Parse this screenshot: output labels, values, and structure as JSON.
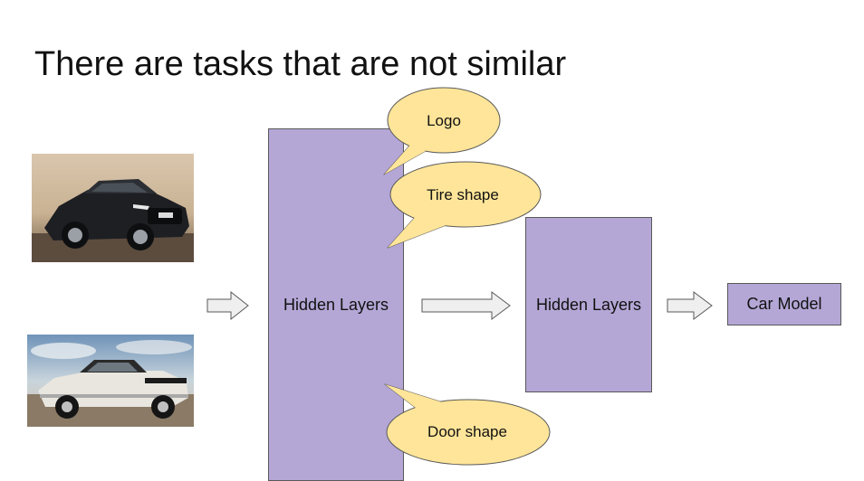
{
  "slide": {
    "title": "There are tasks that are not similar"
  },
  "images": [
    {
      "name": "modern-black-car-photo"
    },
    {
      "name": "classic-white-car-photo"
    }
  ],
  "boxes": {
    "hidden_layers_1": "Hidden Layers",
    "hidden_layers_2": "Hidden Layers",
    "car_model": "Car Model"
  },
  "callouts": {
    "logo": "Logo",
    "tire_shape": "Tire shape",
    "door_shape": "Door shape"
  },
  "colors": {
    "box_fill": "#b4a7d6",
    "callout_fill": "#ffe599",
    "arrow_fill": "#efefef",
    "outline": "#595959"
  }
}
